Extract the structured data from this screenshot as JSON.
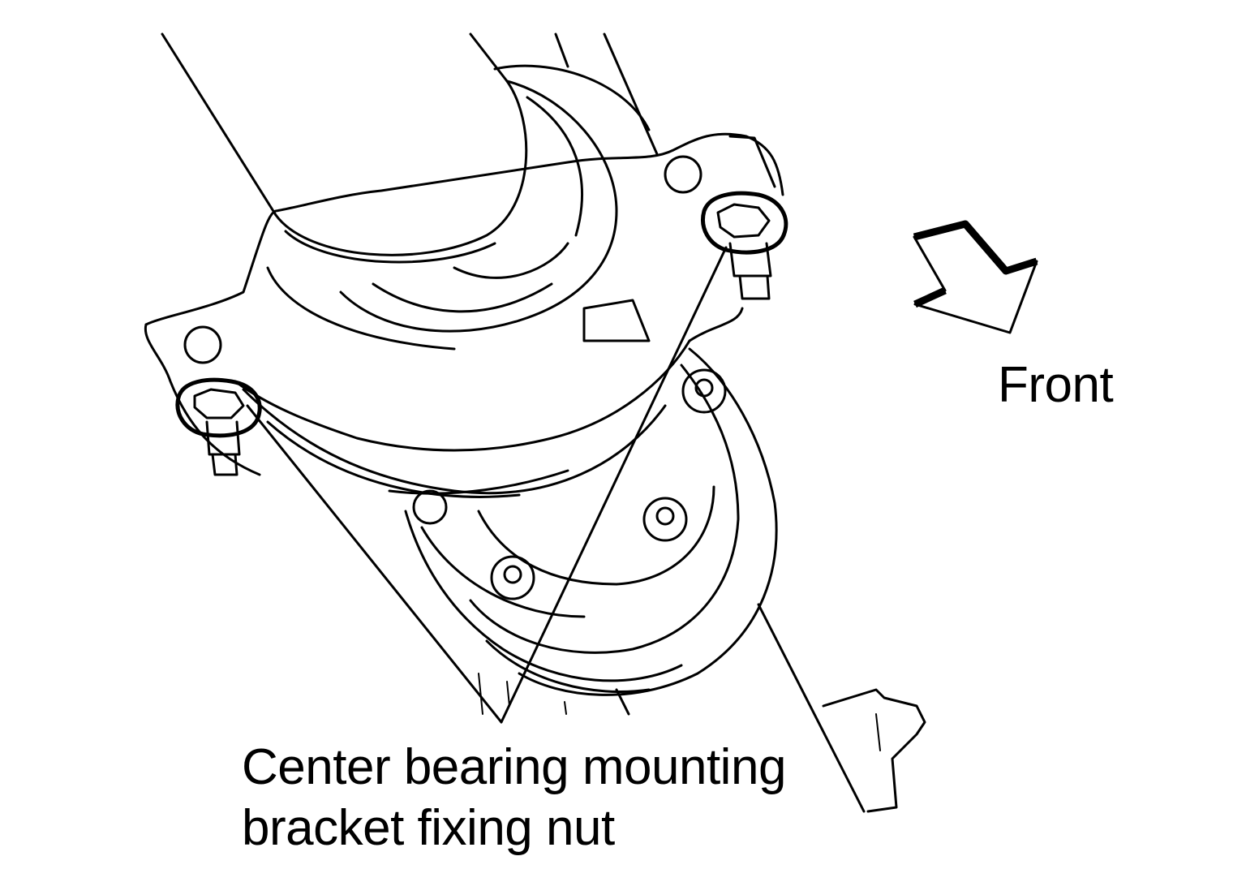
{
  "labels": {
    "front": "Front",
    "callout_line_1": "Center bearing mounting",
    "callout_line_2": "bracket fixing nut"
  },
  "colors": {
    "ink": "#000000",
    "background": "#ffffff"
  },
  "icons": {
    "direction": "front-arrow-icon"
  }
}
